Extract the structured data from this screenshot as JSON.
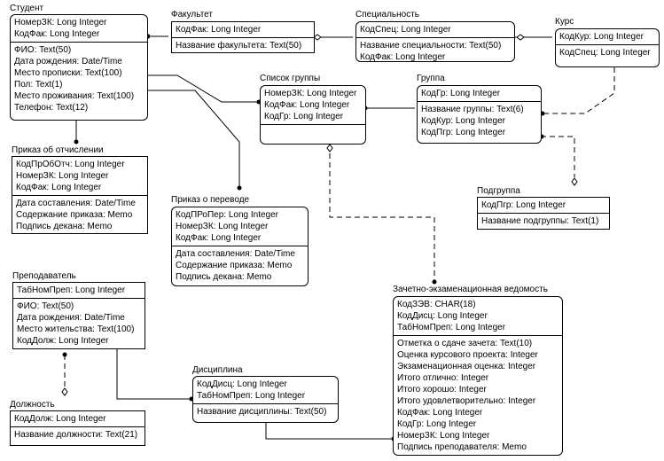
{
  "entities": {
    "student": {
      "title": "Студент",
      "keys": [
        "НомерЗК: Long Integer",
        "КодФак: Long Integer"
      ],
      "attrs": [
        "ФИО: Text(50)",
        "Дата рождения: Date/Time",
        "Место прописки: Text(100)",
        "Пол: Text(1)",
        "Место проживания: Text(100)",
        "Телефон: Text(12)"
      ]
    },
    "fakultet": {
      "title": "Факультет",
      "keys": [
        "КодФак: Long Integer"
      ],
      "attrs": [
        "Название факультета: Text(50)"
      ]
    },
    "specialnost": {
      "title": "Специальность",
      "keys": [
        "КодСпец: Long Integer"
      ],
      "attrs": [
        "Название специальности: Text(50)",
        "КодФак: Long Integer"
      ]
    },
    "kurs": {
      "title": "Курс",
      "keys": [
        "КодКур: Long Integer"
      ],
      "attrs": [
        "КодСпец: Long Integer"
      ]
    },
    "spisok": {
      "title": "Список группы",
      "keys": [
        "НомерЗК: Long Integer",
        "КодФак: Long Integer",
        "КодГр: Long Integer"
      ],
      "attrs": []
    },
    "gruppa": {
      "title": "Группа",
      "keys": [
        "КодГр: Long Integer"
      ],
      "attrs": [
        "Название группы: Text(6)",
        "КодКур: Long Integer",
        "КодПгр: Long Integer"
      ]
    },
    "otchislenie": {
      "title": "Приказ об отчислении",
      "keys": [
        "КодПрОбОтч: Long Integer",
        "НомерЗК: Long Integer",
        "КодФак: Long Integer"
      ],
      "attrs": [
        "Дата составления: Date/Time",
        "Содержание приказа: Memo",
        "Подпись декана: Memo"
      ]
    },
    "perevod": {
      "title": "Приказ о переводе",
      "keys": [
        "КодПРоПер: Long Integer",
        "НомерЗК: Long Integer",
        "КодФак: Long Integer"
      ],
      "attrs": [
        "Дата составления: Date/Time",
        "Содержание приказа: Memo",
        "Подпись декана: Memo"
      ]
    },
    "podgruppa": {
      "title": "Подгруппа",
      "keys": [
        "КодПгр: Long Integer"
      ],
      "attrs": [
        "Название подгруппы: Text(1)"
      ]
    },
    "prepodavatel": {
      "title": "Преподаватель",
      "keys": [
        "ТабНомПреп: Long Integer"
      ],
      "attrs": [
        "ФИО: Text(50)",
        "Дата рождения: Date/Time",
        "Место жительства: Text(100)",
        "КодДолж: Long Integer"
      ]
    },
    "vedomost": {
      "title": "Зачетно-экзаменационная ведомость",
      "keys": [
        "КодЗЭВ: CHAR(18)",
        "КодДисц: Long Integer",
        "ТабНомПреп: Long Integer"
      ],
      "attrs": [
        "Отметка о сдаче зачета: Text(10)",
        "Оценка курсового проекта: Integer",
        "Экзаменационная оценка: Integer",
        "Итого отлично: Integer",
        "Итого хорошо: Integer",
        "Итого удовлетворительно: Integer",
        "КодФак: Long Integer",
        "КодГр: Long Integer",
        "НомерЗК: Long Integer",
        "Подпись преподавателя: Memo"
      ]
    },
    "disciplina": {
      "title": "Дисциплина",
      "keys": [
        "КодДисц: Long Integer",
        "ТабНомПреп: Long Integer"
      ],
      "attrs": [
        "Название дисциплины: Text(50)"
      ]
    },
    "dolzhnost": {
      "title": "Должность",
      "keys": [
        "КодДолж: Long Integer"
      ],
      "attrs": [
        "Название должности: Text(21)"
      ]
    }
  }
}
